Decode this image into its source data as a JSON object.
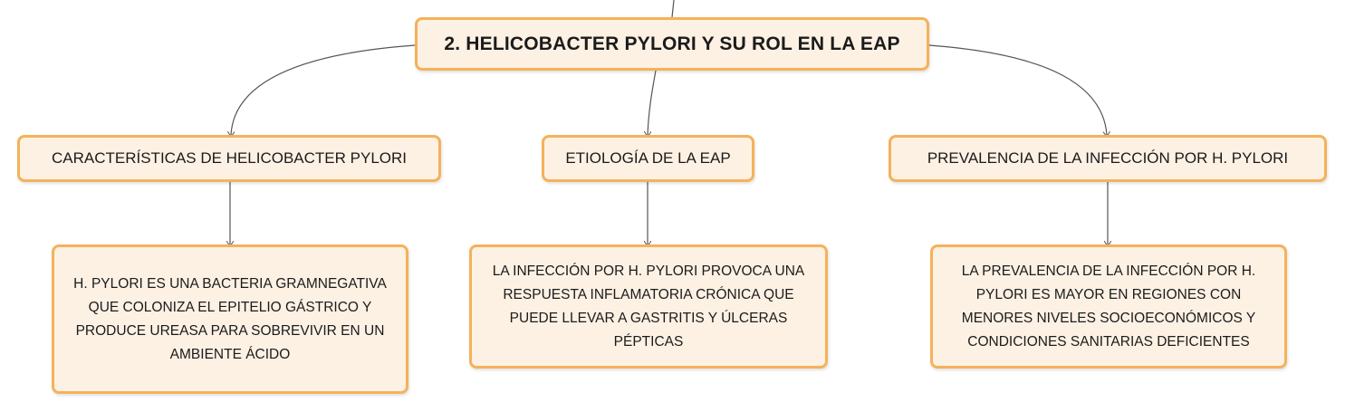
{
  "root": {
    "label": "2. HELICOBACTER PYLORI Y SU ROL EN LA EAP"
  },
  "branches": [
    {
      "label": "CARACTERÍSTICAS DE HELICOBACTER PYLORI",
      "detail": "H. PYLORI ES UNA BACTERIA GRAMNEGATIVA QUE COLONIZA EL EPITELIO GÁSTRICO Y PRODUCE UREASA PARA SOBREVIVIR EN UN AMBIENTE ÁCIDO"
    },
    {
      "label": "ETIOLOGÍA DE LA EAP",
      "detail": "LA INFECCIÓN POR H. PYLORI PROVOCA UNA RESPUESTA INFLAMATORIA CRÓNICA QUE PUEDE LLEVAR A GASTRITIS Y ÚLCERAS PÉPTICAS"
    },
    {
      "label": "PREVALENCIA DE LA INFECCIÓN POR H. PYLORI",
      "detail": "LA PREVALENCIA DE LA INFECCIÓN POR H. PYLORI ES MAYOR EN REGIONES CON MENORES NIVELES SOCIOECONÓMICOS Y CONDICIONES SANITARIAS DEFICIENTES"
    }
  ],
  "colors": {
    "node_fill": "#fdf1e4",
    "node_border": "#f4b25a",
    "connector": "#555555"
  }
}
